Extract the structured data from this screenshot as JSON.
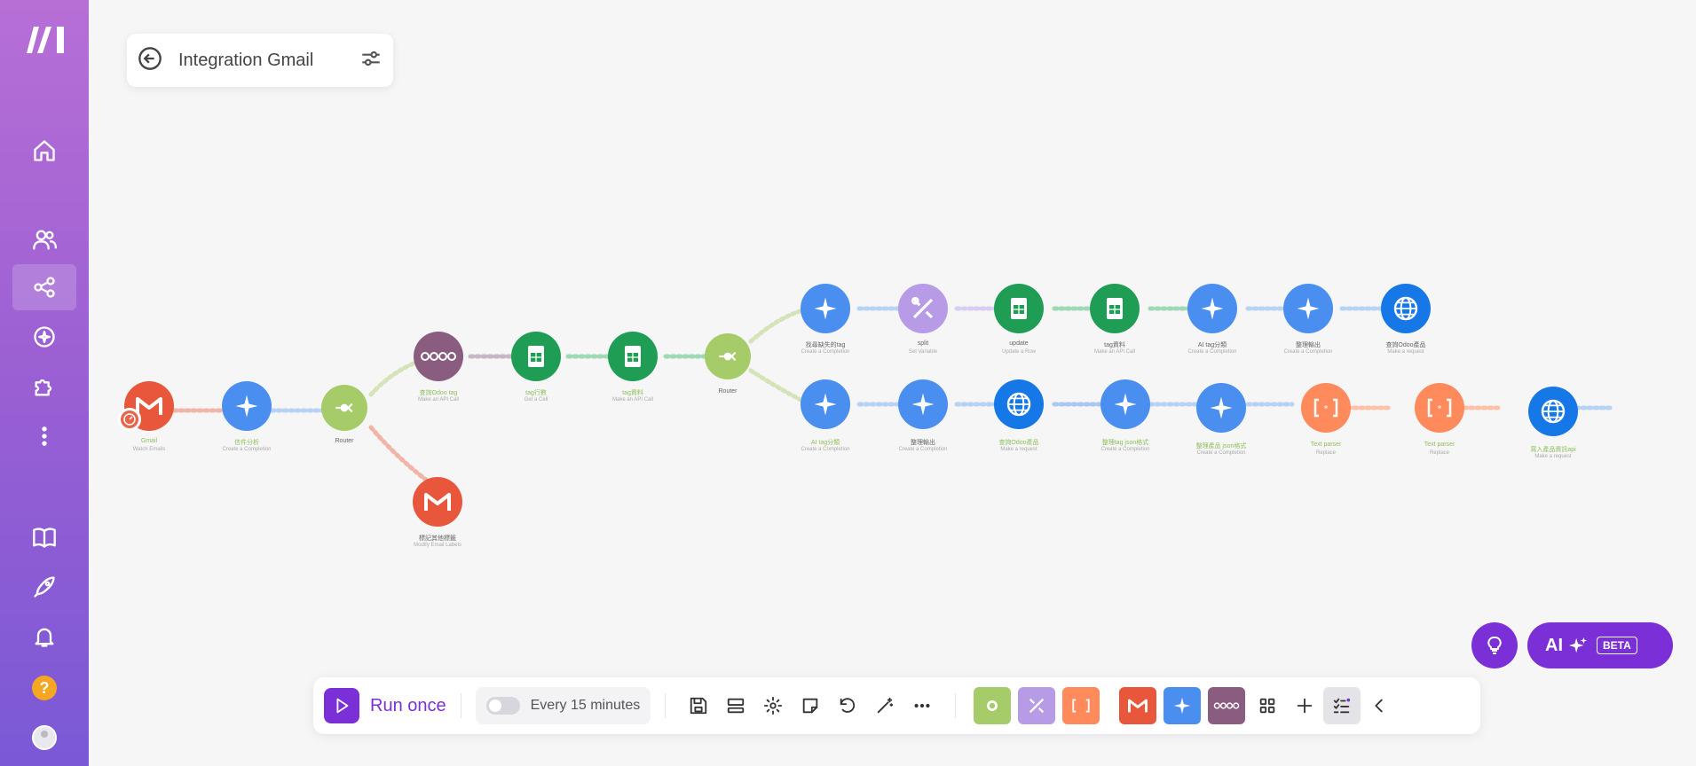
{
  "header": {
    "title": "Integration Gmail"
  },
  "toolbar": {
    "run_label": "Run once",
    "schedule_label": "Every 15 minutes"
  },
  "ai_button": {
    "label": "AI",
    "badge": "BETA"
  },
  "colors": {
    "accent": "#7b2fd6",
    "gmail": "#e8573c",
    "ai": "#4a8ef0",
    "router": "#a6cc6a",
    "odoo": "#8a5c80",
    "sheets": "#1f9d55",
    "tools": "#b79be6",
    "json": "#ff8a5c",
    "http": "#1677e6"
  },
  "nodes": {
    "gmail_trigger": {
      "label": "Gmail",
      "sub": "Watch Emails"
    },
    "ai_1": {
      "label": "信件分析",
      "sub": "Create a Completion"
    },
    "router_1": {
      "label": "Router",
      "sub": ""
    },
    "gmail_2": {
      "label": "標記其他標籤",
      "sub": "Modify Email Labels"
    },
    "odoo": {
      "label": "查詢Odoo tag",
      "sub": "Make an API Call"
    },
    "sheet_1": {
      "label": "tag行數",
      "sub": "Get a Cell"
    },
    "sheet_2": {
      "label": "tag資料",
      "sub": "Make an API Call"
    },
    "router_2": {
      "label": "Router",
      "sub": ""
    },
    "ai_r1": {
      "label": "找尋缺失的tag",
      "sub": "Create a Completion"
    },
    "tools": {
      "label": "split",
      "sub": "Set Variable"
    },
    "update": {
      "label": "update",
      "sub": "Update a Row"
    },
    "sheet_3": {
      "label": "tag資料",
      "sub": "Make an API Call"
    },
    "ai_r2": {
      "label": "AI tag分類",
      "sub": "Create a Completion"
    },
    "ai_r3": {
      "label": "整理輸出",
      "sub": "Create a Completion"
    },
    "http_1": {
      "label": "查詢Odoo產品",
      "sub": "Make a request"
    },
    "ai_b1": {
      "label": "AI tag分類",
      "sub": "Create a Completion"
    },
    "ai_b2": {
      "label": "整理輸出",
      "sub": "Create a Completion"
    },
    "http_2": {
      "label": "查詢Odoo產品",
      "sub": "Make a request"
    },
    "ai_b3": {
      "label": "整理tag json格式",
      "sub": "Create a Completion"
    },
    "ai_b4": {
      "label": "整理產品 json格式",
      "sub": "Create a Completion"
    },
    "json_1": {
      "label": "Text parser",
      "sub": "Replace"
    },
    "json_2": {
      "label": "Text parser",
      "sub": "Replace"
    },
    "http_3": {
      "label": "寫入產品資訊api",
      "sub": "Make a request"
    }
  }
}
